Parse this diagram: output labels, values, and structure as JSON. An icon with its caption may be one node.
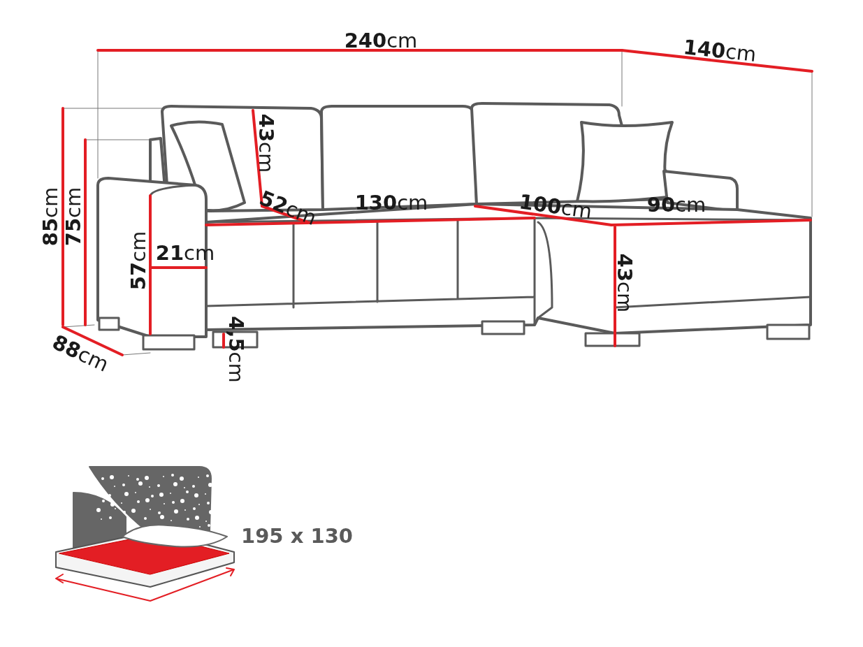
{
  "diagram": {
    "labels": [
      "**240**cm",
      "**140**cm",
      "**43**cm",
      "**85**cm",
      "**75**cm",
      "**52**cm",
      "**130**cm",
      "**100**cm",
      "**90**cm",
      "**21**cm",
      "**57**cm",
      "**43**cm",
      "**4,5**cm",
      "**88**cm",
      "195 x 130"
    ]
  }
}
